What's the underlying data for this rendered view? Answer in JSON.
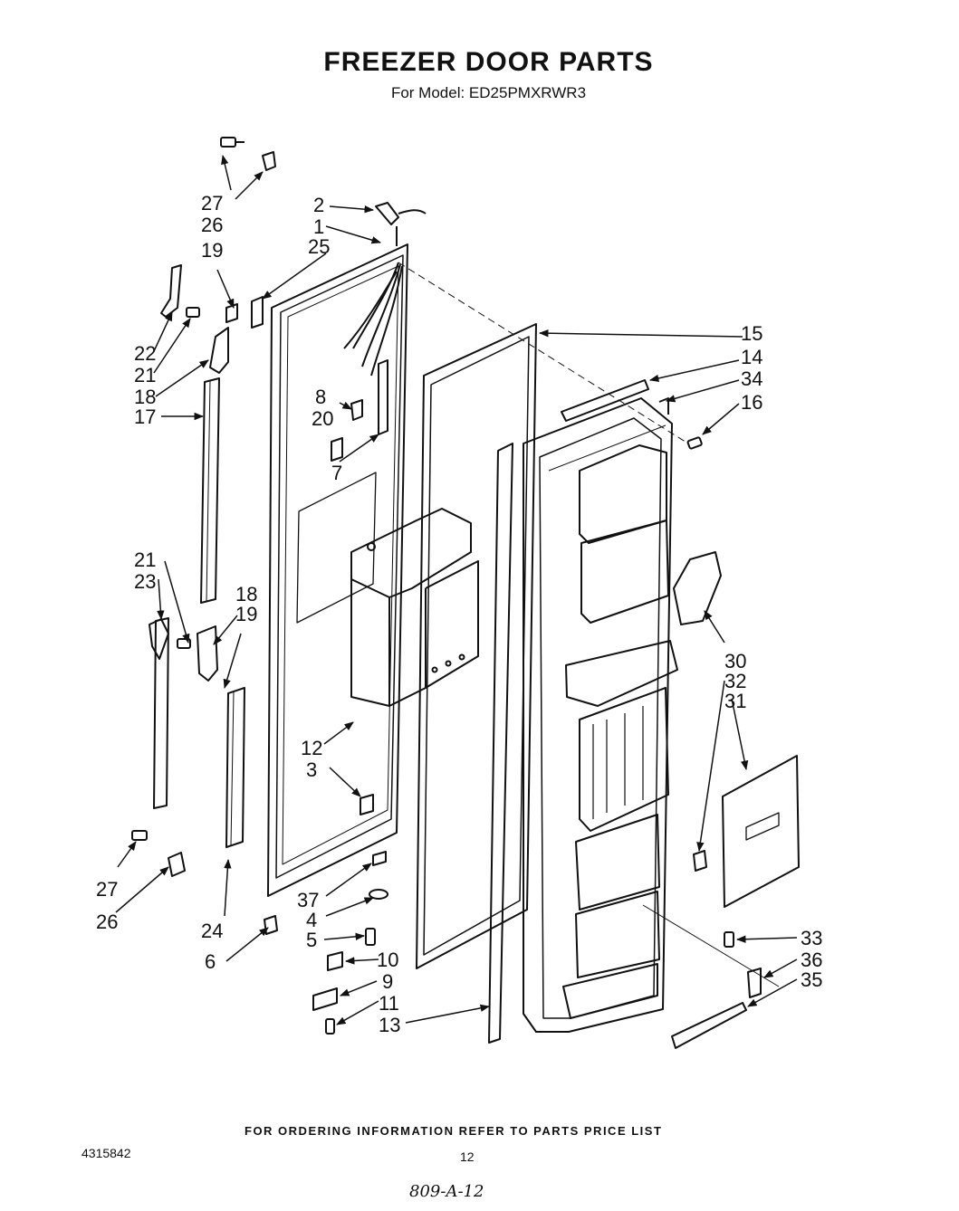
{
  "header": {
    "title": "FREEZER DOOR PARTS",
    "subtitle": "For Model: ED25PMXRWR3"
  },
  "callouts": {
    "c27a": "27",
    "c26a": "26",
    "c19a": "19",
    "c22": "22",
    "c21a": "21",
    "c18a": "18",
    "c17": "17",
    "c2": "2",
    "c1": "1",
    "c25": "25",
    "c8": "8",
    "c20": "20",
    "c7": "7",
    "c15": "15",
    "c14": "14",
    "c34": "34",
    "c16": "16",
    "c21b": "21",
    "c23": "23",
    "c18b": "18",
    "c19b": "19",
    "c12": "12",
    "c3": "3",
    "c30": "30",
    "c32": "32",
    "c31": "31",
    "c27b": "27",
    "c26b": "26",
    "c24": "24",
    "c6": "6",
    "c37": "37",
    "c4": "4",
    "c5": "5",
    "c10": "10",
    "c9": "9",
    "c11": "11",
    "c13": "13",
    "c33": "33",
    "c36": "36",
    "c35": "35"
  },
  "footer": {
    "ordering_note": "FOR ORDERING INFORMATION REFER TO PARTS PRICE LIST",
    "doc_number": "4315842",
    "page_number": "12",
    "handwritten_note": "809-A-12"
  }
}
